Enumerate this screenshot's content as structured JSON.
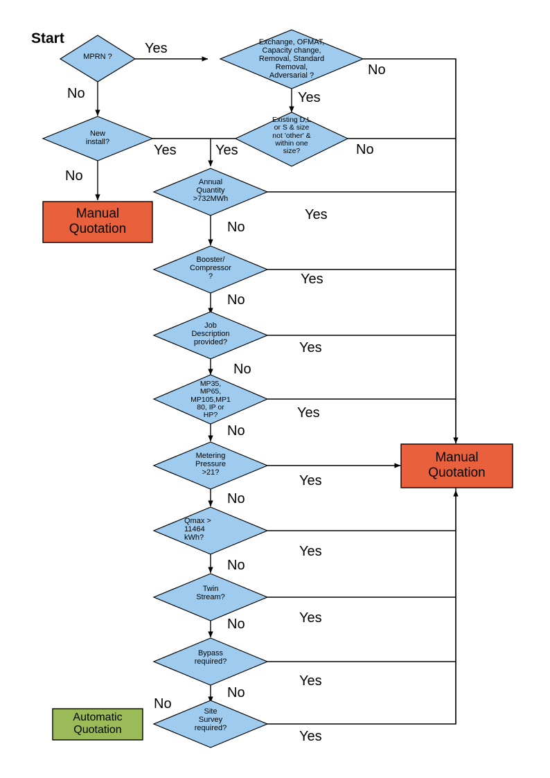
{
  "diagram": {
    "title_label": "Start",
    "colors": {
      "decision_fill": "#9FCCEE",
      "manual_fill": "#E8603C",
      "automatic_fill": "#9BBB59",
      "stroke": "#000000",
      "background": "#FFFFFF"
    },
    "decisions": [
      {
        "id": "mprn",
        "text": "MPRN ?"
      },
      {
        "id": "exchange",
        "text": "Exchange, OFMAT,\nCapacity change,\nRemoval, Standard\nRemoval,\nAdversarial ?"
      },
      {
        "id": "newinstall",
        "text": "New\ninstall?"
      },
      {
        "id": "existing",
        "text": "Existing D,L\nor S & size\nnot 'other' &\nwithin one\nsize?"
      },
      {
        "id": "annual",
        "text": "Annual\nQuantity\n>732MWh"
      },
      {
        "id": "booster",
        "text": "Booster/\nCompressor\n?"
      },
      {
        "id": "jobdesc",
        "text": "Job\nDescription\nprovided?"
      },
      {
        "id": "mpclass",
        "text": "MP35,\nMP65,\nMP105,MP1\n80, IP or\nHP?"
      },
      {
        "id": "pressure",
        "text": "Metering\nPressure\n>21?"
      },
      {
        "id": "qmax",
        "text": "Qmax >\n11464\nkWh?"
      },
      {
        "id": "twin",
        "text": "Twin\nStream?"
      },
      {
        "id": "bypass",
        "text": "Bypass\nrequired?"
      },
      {
        "id": "sitesurvey",
        "text": "Site\nSurvey\nrequired?"
      }
    ],
    "terminals": [
      {
        "id": "manual-left",
        "text": "Manual\nQuotation"
      },
      {
        "id": "manual-right",
        "text": "Manual\nQuotation"
      },
      {
        "id": "automatic",
        "text": "Automatic\nQuotation"
      }
    ],
    "edge_labels": [
      {
        "id": "mprn-yes",
        "text": "Yes"
      },
      {
        "id": "mprn-no",
        "text": "No"
      },
      {
        "id": "exchange-no",
        "text": "No"
      },
      {
        "id": "exchange-yes",
        "text": "Yes"
      },
      {
        "id": "newinstall-yes",
        "text": "Yes"
      },
      {
        "id": "newinstall-no",
        "text": "No"
      },
      {
        "id": "existing-yes",
        "text": "Yes"
      },
      {
        "id": "existing-no",
        "text": "No"
      },
      {
        "id": "annual-yes",
        "text": "Yes"
      },
      {
        "id": "annual-no",
        "text": "No"
      },
      {
        "id": "booster-yes",
        "text": "Yes"
      },
      {
        "id": "booster-no",
        "text": "No"
      },
      {
        "id": "jobdesc-yes",
        "text": "Yes"
      },
      {
        "id": "jobdesc-no",
        "text": "No"
      },
      {
        "id": "mpclass-yes",
        "text": "Yes"
      },
      {
        "id": "mpclass-no",
        "text": "No"
      },
      {
        "id": "pressure-yes",
        "text": "Yes"
      },
      {
        "id": "pressure-no",
        "text": "No"
      },
      {
        "id": "qmax-yes",
        "text": "Yes"
      },
      {
        "id": "qmax-no",
        "text": "No"
      },
      {
        "id": "twin-yes",
        "text": "Yes"
      },
      {
        "id": "twin-no",
        "text": "No"
      },
      {
        "id": "bypass-yes",
        "text": "Yes"
      },
      {
        "id": "bypass-no",
        "text": "No"
      },
      {
        "id": "sitesurvey-yes",
        "text": "Yes"
      },
      {
        "id": "sitesurvey-no",
        "text": "No"
      }
    ]
  }
}
